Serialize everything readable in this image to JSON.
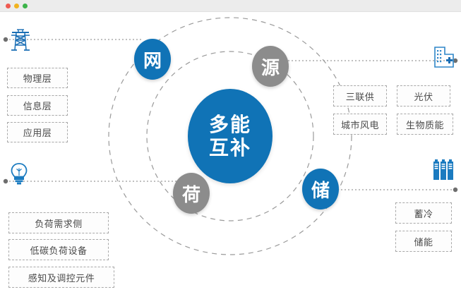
{
  "window": {
    "dots": [
      "close-red",
      "minimize-yellow",
      "maximize-green"
    ]
  },
  "diagram": {
    "core": {
      "line1": "多能",
      "line2": "互补",
      "color": "#1073B6"
    },
    "nodes": [
      {
        "label": "网",
        "color": "#1073B6",
        "kind": "blue",
        "name": "node-grid"
      },
      {
        "label": "源",
        "color": "#8C8C8C",
        "kind": "gray",
        "name": "node-source"
      },
      {
        "label": "荷",
        "color": "#8C8C8C",
        "kind": "gray",
        "name": "node-load"
      },
      {
        "label": "储",
        "color": "#1073B6",
        "kind": "blue",
        "name": "node-storage"
      }
    ],
    "groups": {
      "grid_layers": {
        "icon": "power-tower-icon",
        "items": [
          "物理层",
          "信息层",
          "应用层"
        ]
      },
      "source_items": {
        "icon": "building-icon",
        "items": [
          "三联供",
          "光伏",
          "城市风电",
          "生物质能"
        ]
      },
      "load_items": {
        "icon": "lightbulb-icon",
        "items": [
          "负荷需求侧",
          "低碳负荷设备",
          "感知及调控元件"
        ]
      },
      "storage_items": {
        "icon": "battery-bank-icon",
        "items": [
          "蓄冷",
          "储能"
        ]
      }
    },
    "colors": {
      "accent_blue": "#1073B6",
      "accent_gray": "#8C8C8C",
      "dash_border": "#a8a8a8",
      "guide_line": "#9a9a9a"
    }
  }
}
